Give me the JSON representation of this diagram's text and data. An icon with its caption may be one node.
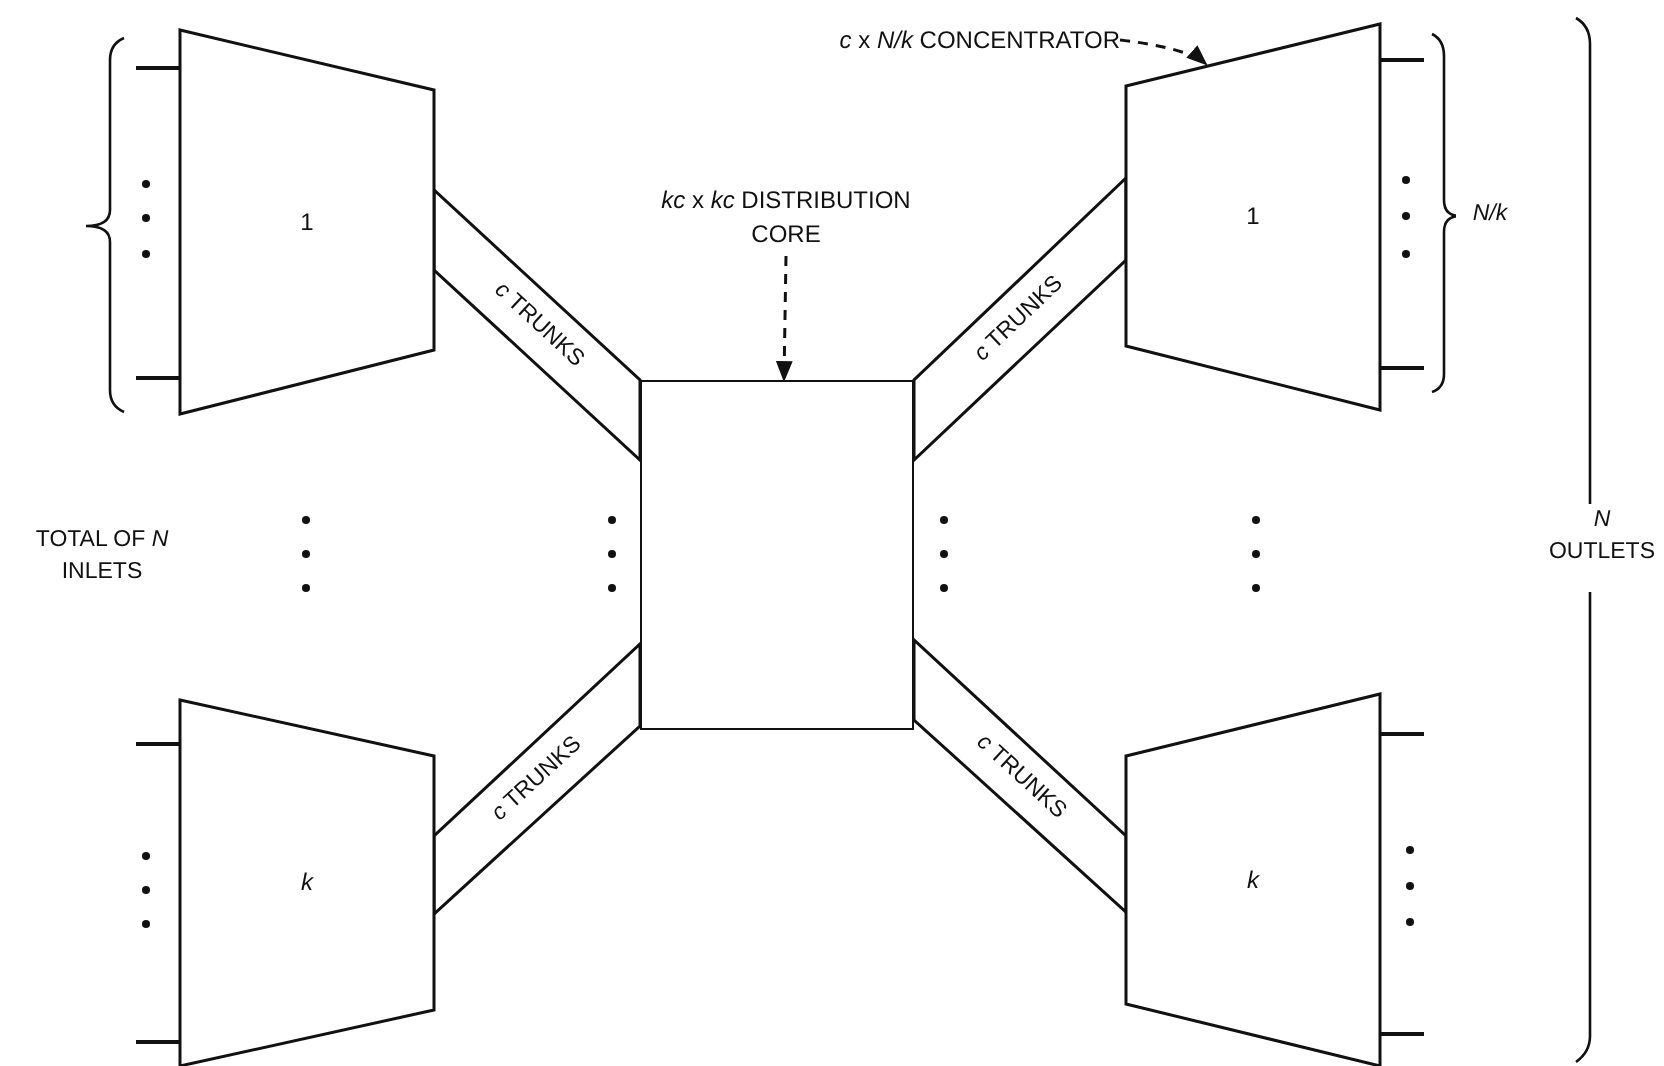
{
  "diagram": {
    "nodes": [
      {
        "text": [
          "1"
        ]
      },
      {
        "text": [
          "*c* x *N/k* CONCENTRATOR"
        ]
      },
      {
        "text": [
          "*kc* x *kc* DISTRIBUTION CORE"
        ]
      },
      {
        "text": [
          "1"
        ]
      },
      {
        "text": [],
        "shape": "box"
      },
      {
        "text": [
          "k"
        ]
      },
      {
        "text": [
          "k"
        ]
      }
    ],
    "edges": [
      {
        "from": 0,
        "to": 4,
        "arrow": "none",
        "label": "*c* TRUNKS"
      },
      {
        "from": 4,
        "to": 3,
        "arrow": "none",
        "label": "*c* TRUNKS"
      },
      {
        "from": 5,
        "to": 4,
        "arrow": "none",
        "label": "*c* TRUNKS"
      },
      {
        "from": 4,
        "to": 6,
        "arrow": "none",
        "label": "*c* TRUNKS"
      },
      {
        "from": 2,
        "to": 4,
        "arrow": "to",
        "style": "dashed"
      },
      {
        "from": 1,
        "to": 3,
        "arrow": "to",
        "style": "dashed"
      }
    ],
    "labels": [
      "TOTAL OF *N* INLETS",
      "N/k",
      "*N* OUTLETS"
    ]
  }
}
